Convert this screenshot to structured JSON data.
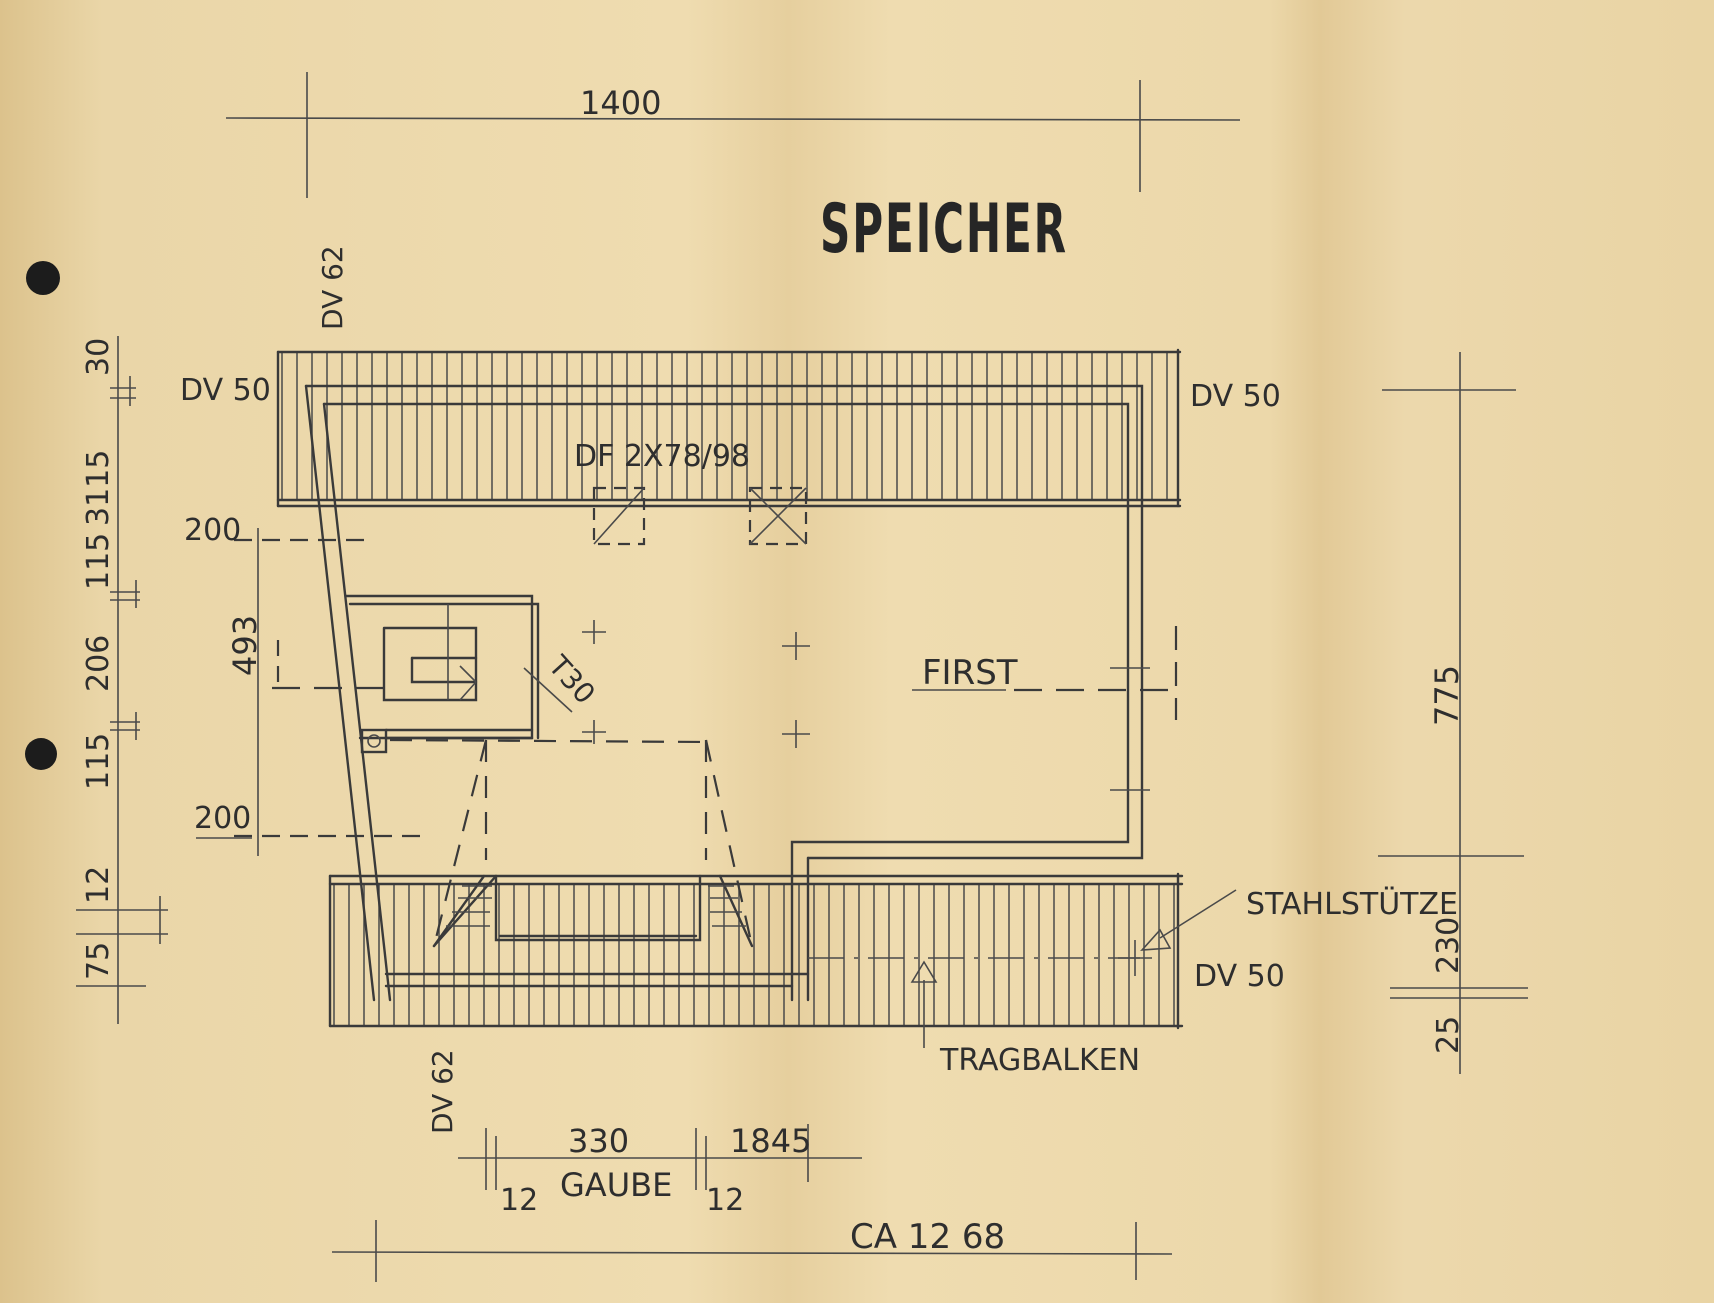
{
  "title": "SPEICHER",
  "labels": {
    "roof_windows": "DF 2X78/98",
    "ridge": "FIRST",
    "door": "T30",
    "girder": "TRAGBALKEN",
    "steel_column": "STAHLSTÜTZE",
    "dormer": "GAUBE",
    "dv_top_left": "DV 50",
    "dv_top_right": "DV 50",
    "dv_bottom_right": "DV 50",
    "dv_top_vertical": "DV 62",
    "dv_bottom_vertical": "DV 62"
  },
  "dimensions": {
    "top_overall": "1400",
    "bottom_overall": "CA 12 68",
    "left_chain": [
      "30",
      "3115",
      "115",
      "206",
      "115",
      "12",
      "75"
    ],
    "inner_top": "200",
    "inner_height": "493",
    "inner_bottom": "200",
    "right_chain": [
      "775",
      "230",
      "25"
    ],
    "dormer_width": "330",
    "dormer_right": "1845",
    "dormer_wall_left": "12",
    "dormer_wall_right": "12"
  }
}
